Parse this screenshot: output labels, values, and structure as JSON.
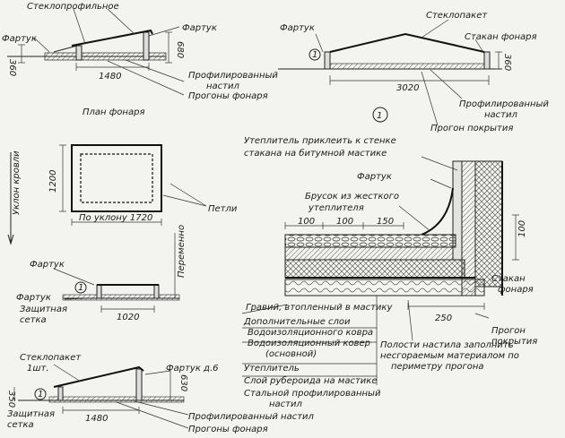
{
  "top_left": {
    "glass_profile": "Стеклопрофильное",
    "flashing_right": "Фартук",
    "flashing_left": "Фартук",
    "dim_left": "360",
    "dim_right": "680",
    "dim_width": "1480",
    "profiled_1": "Профилированный",
    "profiled_2": "настил",
    "purlins": "Прогоны фонаря",
    "plan_title": "План фонаря"
  },
  "top_right": {
    "glass_unit": "Стеклопакет",
    "flashing": "Фартук",
    "curb": "Стакан фонаря",
    "marker": "1",
    "dim_right": "360",
    "dim_width": "3020",
    "profiled_1": "Профилированный",
    "profiled_2": "настил",
    "roof_purlin": "Прогон покрытия"
  },
  "plan": {
    "dim_height": "1200",
    "dim_slope": "По уклону 1720",
    "loops": "Петли",
    "roof_slope": "Уклон кровли",
    "variable": "Переменно"
  },
  "middle_left": {
    "flashing_top": "Фартук",
    "flashing_left": "Фартук",
    "marker": "1",
    "mesh_1": "Защитная",
    "mesh_2": "сетка",
    "dim_width": "1020"
  },
  "bottom_left": {
    "glass_unit_1": "Стеклопакет",
    "glass_unit_2": "1шт.",
    "flashing": "Фартук д.6",
    "marker": "1",
    "dim_left": "350",
    "dim_right": "630",
    "mesh_1": "Защитная",
    "mesh_2": "сетка",
    "dim_width": "1480",
    "profiled": "Профилированный настил",
    "purlins": "Прогоны фонаря"
  },
  "detail": {
    "glue_1": "Утеплитель приклеить к стенке",
    "glue_2": "стакана на битумной мастике",
    "flashing": "Фартук",
    "rigid_bar_1": "Брусок из жесткого",
    "rigid_bar_2": "утеплителя",
    "dim_a": "100",
    "dim_b": "100",
    "dim_c": "150",
    "dim_v": "100",
    "curb_1": "Стакан",
    "curb_2": "фонаря",
    "gravel": "Гравий, втопленный в мастику",
    "dim_250": "250",
    "purlin_1": "Прогон",
    "purlin_2": "покрытия",
    "extra_layers": "Дополнительные слои",
    "waterproof": "Водоизоляционного ковра",
    "waterproof_main_1": "Водоизоляционный ковер",
    "waterproof_main_2": "(основной)",
    "insulation": "Утеплитель",
    "ruberoid": "Слой рубероида на мастике",
    "steel_deck_1": "Стальной профилированный",
    "steel_deck_2": "настил",
    "cavities_1": "Полости настила заполнить",
    "cavities_2": "несгораемым материалом по",
    "cavities_3": "периметру прогона"
  }
}
